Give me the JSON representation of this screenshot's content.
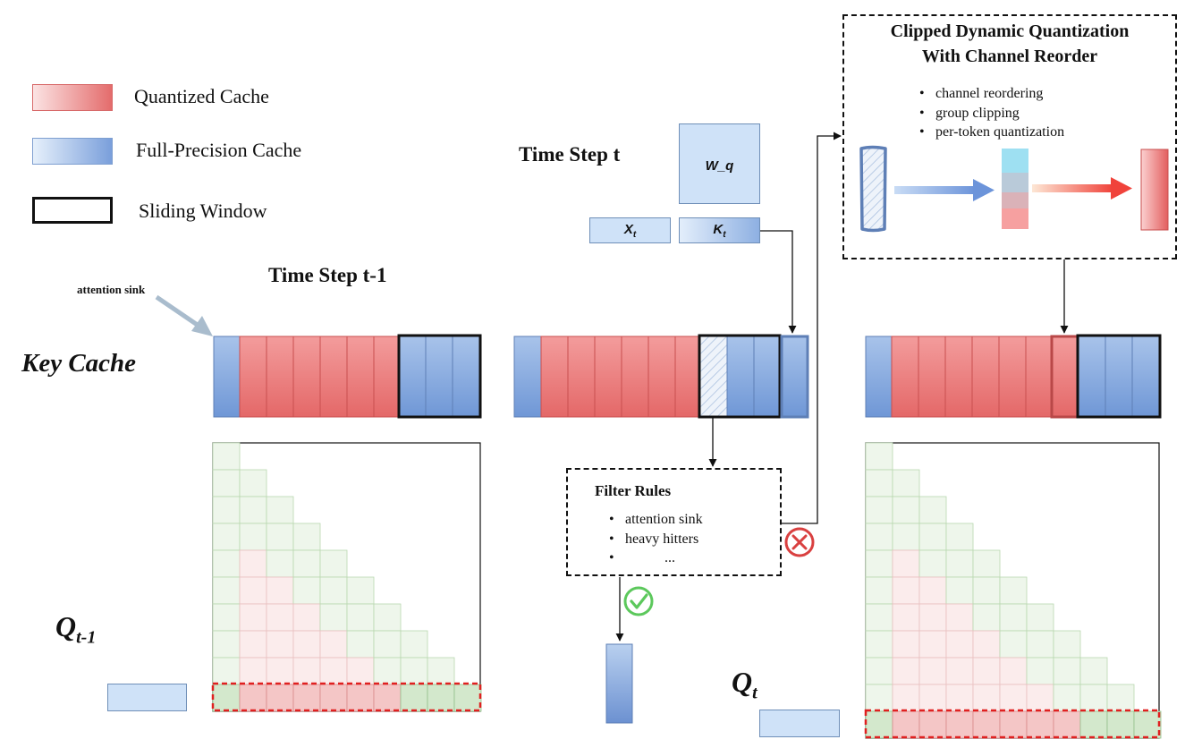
{
  "legend": {
    "quantized": "Quantized Cache",
    "full_precision": "Full-Precision Cache",
    "sliding_window": "Sliding Window"
  },
  "labels": {
    "time_step_t": "Time Step t",
    "time_step_t_minus_1": "Time Step t-1",
    "key_cache": "Key Cache",
    "attention_sink": "attention sink",
    "w_q": "W_q",
    "x_t_base": "X",
    "k_t_base": "K",
    "t_sub": "t",
    "q_base": "Q",
    "q_prev_sub": "t-1"
  },
  "clipped_box": {
    "title_line1": "Clipped Dynamic Quantization",
    "title_line2": "With Channel Reorder",
    "items": [
      "channel reordering",
      "group clipping",
      "per-token quantization"
    ]
  },
  "filter_box": {
    "title": "Filter Rules",
    "items": [
      "attention sink",
      "heavy hitters",
      "..."
    ]
  },
  "colors": {
    "quantized": "#e46c6c",
    "full_precision": "#7da4dc",
    "fp_light": "#cfe2f8",
    "green_cell": "#cfe5c8",
    "red_cell": "#f3c3c3",
    "check_green": "#5cc85c",
    "cross_red": "#d94040"
  },
  "icons": {
    "filter_pass": "check-circle-icon",
    "filter_fail": "cross-circle-icon"
  }
}
